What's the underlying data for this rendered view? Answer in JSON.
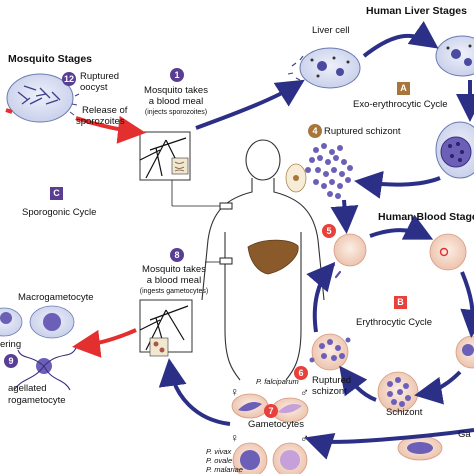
{
  "sections": {
    "mosquito_stages": "Mosquito Stages",
    "human_liver_stages": "Human Liver Stages",
    "human_blood_stages": "Human Blood Stages"
  },
  "cycles": {
    "exo_erythrocytic": {
      "letter": "A",
      "label": "Exo-erythrocytic Cycle"
    },
    "erythrocytic": {
      "letter": "B",
      "label": "Erythrocytic Cycle"
    },
    "sporogonic": {
      "letter": "C",
      "label": "Sporogonic Cycle"
    }
  },
  "steps": {
    "s1": {
      "num": "1",
      "line1": "Mosquito takes",
      "line2": "a blood meal",
      "line3": "(injects sporozoites)"
    },
    "s4": {
      "num": "4",
      "label": "Ruptured schizont"
    },
    "s5": {
      "num": "5"
    },
    "s6": {
      "num": "6",
      "line1": "Ruptured",
      "line2": "schizont"
    },
    "s7": {
      "num": "7",
      "label": "Gametocytes"
    },
    "s8": {
      "num": "8",
      "line1": "Mosquito takes",
      "line2": "a blood meal",
      "line3": "(ingests gametocytes)"
    },
    "s9": {
      "num": "9"
    },
    "s12": {
      "num": "12",
      "line1": "Ruptured",
      "line2": "oocyst"
    }
  },
  "labels": {
    "liver_cell": "Liver cell",
    "release_sporozoites_1": "Release of",
    "release_sporozoites_2": "sporozoites",
    "macrogametocyte": "Macrogametocyte",
    "exflagellated_1": "agellated",
    "exflagellated_2": "rogametocyte",
    "ring_fragment": "ering",
    "schizont": "Schizont",
    "gam_fragment": "Ga",
    "p_falciparum": "P. falciparum",
    "p_vivax": "P. vivax",
    "p_ovale": "P. ovale",
    "p_malariae": "P. malariae",
    "female": "♀",
    "male": "♂"
  },
  "colors": {
    "cycle_arrow": "#2b2f86",
    "mosquito_arrow": "#e3302f",
    "step_badge": "#5a3e93",
    "liver_badge": "#a8763a",
    "blood_badge": "#e8413c",
    "parasite": "#5a4fa8",
    "rbc": "#f4d9c9",
    "liver_organ": "#8a5a2b"
  }
}
